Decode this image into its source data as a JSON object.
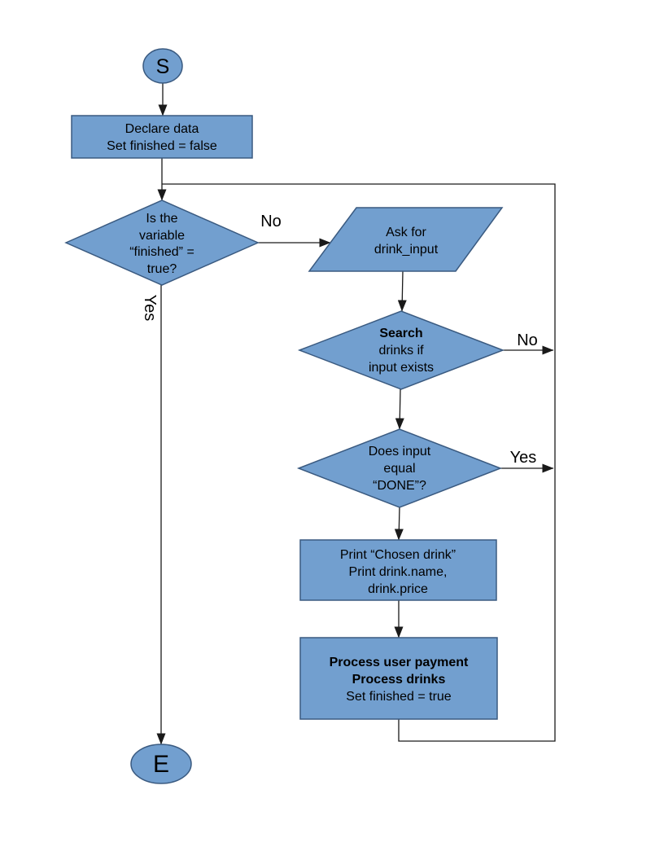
{
  "colors": {
    "shape_fill": "#729FCF",
    "shape_border": "#3A5A80",
    "line": "#1a1a1a"
  },
  "nodes": {
    "start": {
      "label": "S"
    },
    "declare": {
      "lines": [
        "Declare data",
        "Set finished = false"
      ]
    },
    "check_finished": {
      "lines": [
        "Is the",
        "variable",
        "“finished” =",
        "true?"
      ]
    },
    "ask_input": {
      "lines": [
        "Ask for",
        "drink_input"
      ]
    },
    "search": {
      "lines": [
        "Search",
        "drinks if",
        "input exists"
      ]
    },
    "check_done": {
      "lines": [
        "Does input",
        "equal",
        "“DONE”?"
      ]
    },
    "print_drink": {
      "lines": [
        "Print “Chosen drink”",
        "Print drink.name,",
        "drink.price"
      ]
    },
    "process": {
      "lines": [
        "Process user payment",
        "Process drinks",
        "Set finished = true"
      ]
    },
    "end": {
      "label": "E"
    }
  },
  "edge_labels": {
    "finished_no": "No",
    "finished_yes": "Yes",
    "search_no": "No",
    "done_yes": "Yes"
  }
}
